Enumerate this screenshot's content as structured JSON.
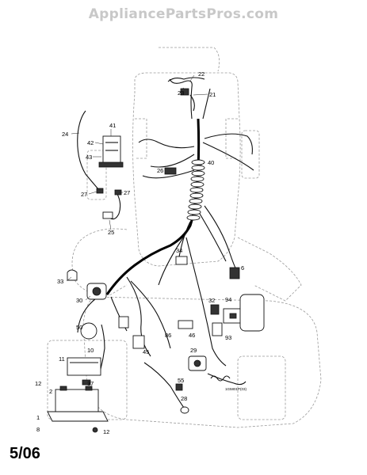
{
  "watermark": "AppliancePartsPros.com",
  "date_code": "5/06",
  "small_code": "1G5801P(03)",
  "callouts": [
    "22",
    "23",
    "21",
    "24",
    "41",
    "42",
    "43",
    "40",
    "26",
    "27",
    "27",
    "25",
    "34",
    "6",
    "33",
    "30",
    "32",
    "94",
    "50",
    "10",
    "11",
    "37",
    "12",
    "2",
    "1",
    "8",
    "12",
    "45",
    "86",
    "46",
    "93",
    "29",
    "55",
    "28"
  ]
}
